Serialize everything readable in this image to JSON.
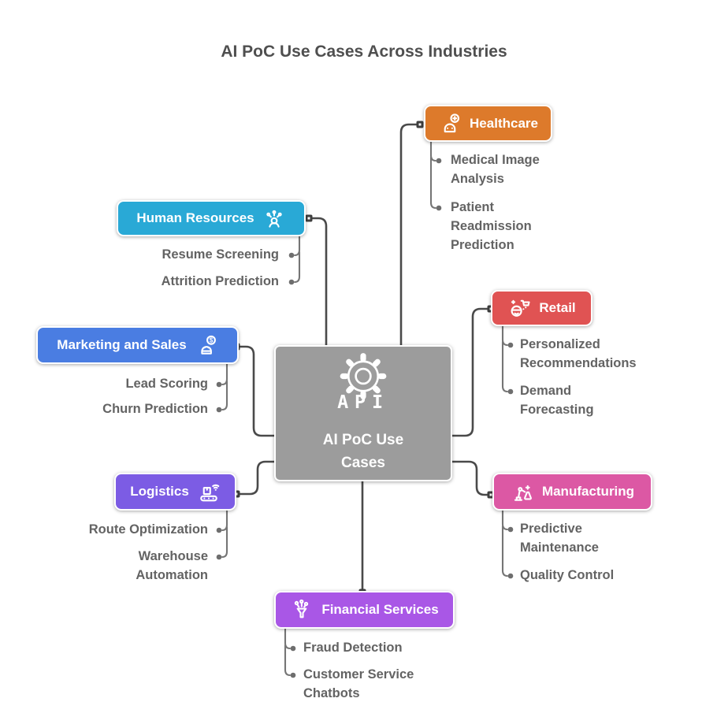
{
  "title": "AI PoC Use Cases Across Industries",
  "center": {
    "label": "AI PoC Use Cases",
    "icon": "api-gear-icon",
    "color": "#9C9C9C"
  },
  "branches": [
    {
      "label": "Healthcare",
      "color": "#DD7A2B",
      "icon": "healthcare-robot-icon",
      "children": [
        "Medical Image Analysis",
        "Patient Readmission Prediction"
      ]
    },
    {
      "label": "Human Resources",
      "color": "#29A9D6",
      "icon": "talent-network-icon",
      "children": [
        "Resume Screening",
        "Attrition Prediction"
      ]
    },
    {
      "label": "Marketing and Sales",
      "color": "#4A7DE2",
      "icon": "sales-bot-dollar-icon",
      "children": [
        "Lead Scoring",
        "Churn Prediction"
      ]
    },
    {
      "label": "Logistics",
      "color": "#7C5CE4",
      "icon": "smart-conveyor-icon",
      "children": [
        "Route Optimization",
        "Warehouse Automation"
      ]
    },
    {
      "label": "Financial Services",
      "color": "#A957E6",
      "icon": "data-funnel-icon",
      "children": [
        "Fraud Detection",
        "Customer Service Chatbots"
      ]
    },
    {
      "label": "Retail",
      "color": "#E05353",
      "icon": "retail-bot-cart-icon",
      "children": [
        "Personalized Recommendations",
        "Demand Forecasting"
      ]
    },
    {
      "label": "Manufacturing",
      "color": "#DC58A4",
      "icon": "robot-arm-icon",
      "children": [
        "Predictive Maintenance",
        "Quality Control"
      ]
    }
  ],
  "colors": {
    "branch_line": "#4A4A4A",
    "leaf_line": "#757575",
    "leaf_text": "#636363",
    "title_text": "#4F4F4F"
  }
}
